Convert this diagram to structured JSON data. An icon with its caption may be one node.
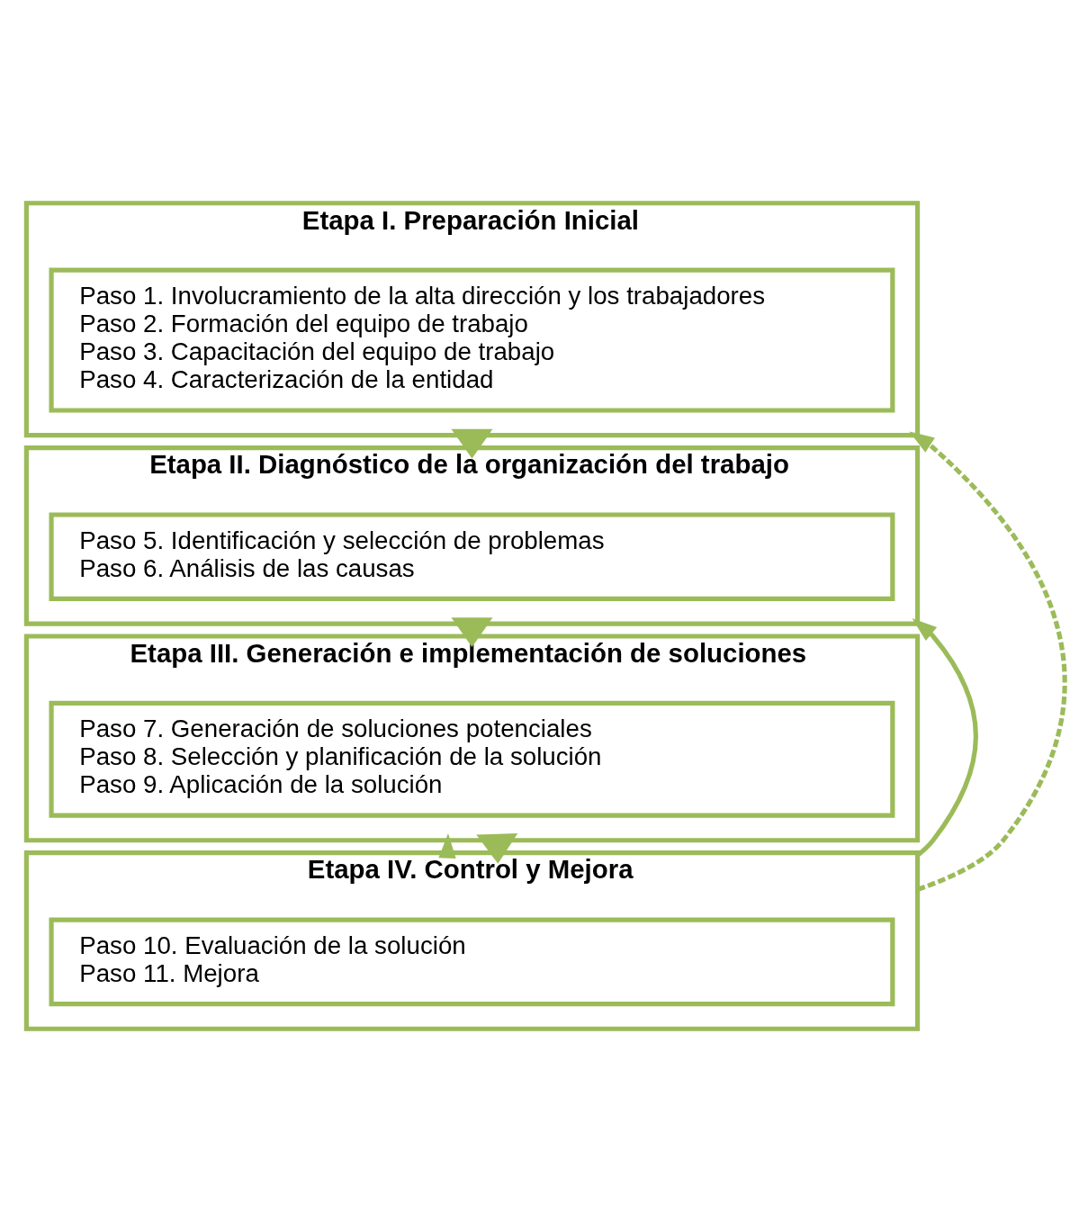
{
  "diagram": {
    "nodes": [
      {
        "text": [
          "Etapa I. Preparación Inicial"
        ]
      },
      {
        "text": [
          "Paso 1. Involucramiento de la alta dirección y los trabajadores",
          "Paso 2. Formación del equipo de trabajo",
          "Paso 3. Capacitación del equipo de trabajo",
          "Paso 4. Caracterización de la entidad"
        ],
        "in": 0
      },
      {
        "text": [
          "Etapa II. Diagnóstico de la organización del trabajo"
        ]
      },
      {
        "text": [
          "Paso 5. Identificación y selección de problemas",
          "Paso 6. Análisis de las causas"
        ],
        "in": 2
      },
      {
        "text": [
          "Etapa III. Generación e implementación de soluciones"
        ]
      },
      {
        "text": [
          "Paso 7. Generación de soluciones potenciales",
          "Paso 8. Selección y planificación de la solución",
          "Paso 9. Aplicación de la solución"
        ],
        "in": 4
      },
      {
        "text": [
          "Etapa IV. Control y Mejora"
        ]
      },
      {
        "text": [
          "Paso 10. Evaluación de la solución",
          "Paso 11. Mejora"
        ],
        "in": 6
      }
    ],
    "edges": [
      {
        "from": 0,
        "to": 2,
        "arrow": "to",
        "style": "thick"
      },
      {
        "from": 2,
        "to": 4,
        "arrow": "to",
        "style": "thick"
      },
      {
        "from": 4,
        "to": 6,
        "arrow": "to",
        "style": "thick"
      },
      {
        "from": 6,
        "to": 4,
        "arrow": "to"
      },
      {
        "from": 6,
        "to": 2,
        "arrow": "to"
      },
      {
        "from": 6,
        "to": 0,
        "arrow": "to",
        "style": "dashed"
      }
    ]
  }
}
